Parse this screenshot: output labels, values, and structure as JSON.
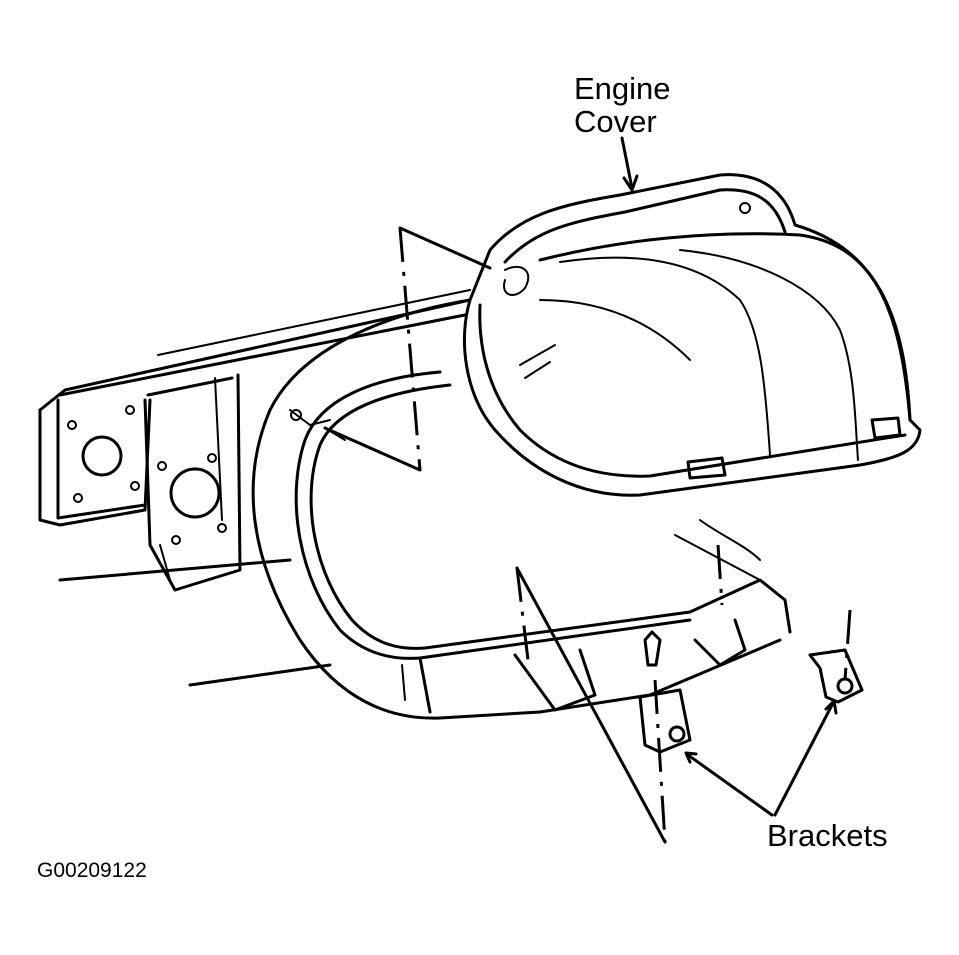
{
  "labels": {
    "engine_cover_line1": "Engine",
    "engine_cover_line2": "Cover",
    "brackets": "Brackets",
    "figure_id": "G00209122"
  },
  "colors": {
    "line": "#000000",
    "background": "#ffffff"
  }
}
